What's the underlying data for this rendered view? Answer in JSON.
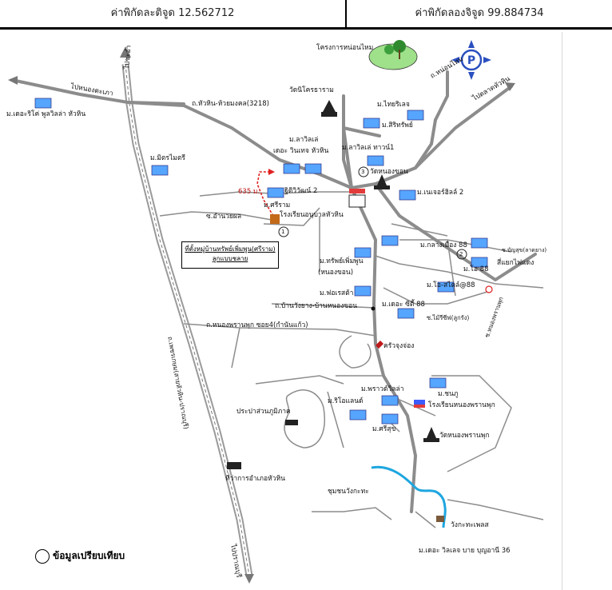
{
  "header": {
    "latitude": "ค่าพิกัดละติจูด 12.562712",
    "longitude": "ค่าพิกัดลองจิจูด 99.884734"
  },
  "map": {
    "labels": {
      "to_pranburi_north": "ไปชะอำ",
      "to_nong_ta_kao": "ไปหนองตะเภา",
      "the_rich_pool_villa": "ม.เดอะริโค่ พูลวิลล่า หัวหิน",
      "new_project": "โครงการหน่อนไหม",
      "wat_nilkara": "วัดนิโครธาราม",
      "road_huahin_huaymongkol": "ถ.หัวหิน-ห้วยมงคล(3218)",
      "road_non_mai": "ถ.หน่อนไหม",
      "to_talat_huahin": "ไปตลาดหัวหิน",
      "thai_village": "ม.ไทยริเลจ",
      "sirisap": "ม.สิริทรัพย์",
      "mitr_maitri": "ม.มิตรไมตรี",
      "laurel_the_winter": "ม.ลาวิลเล่",
      "the_winter_huahin": "เดอะ วินเทจ หัวหิน",
      "laurel_town": "ม.ลาวิลเล่ ทาวน์1",
      "wat_nong_kon": "วัดหนองขอน",
      "the_nature_hill": "ม.เนเจอร์ฮิลล์ 2",
      "distance": "635 ม.",
      "rithiwat": "ฐิติวิวัฒน์ 2",
      "srirum": "ม.ศรีราม",
      "anubarn_school": "โรงเรียนอนุบาลหัวหิน",
      "soi_amnuay": "ซ.อำนวยผล",
      "callout_line1": "ที่ตั้งหมู่บ้านทรัพย์เพิ่มพูน(ศรีราม)",
      "callout_line2": "ลูกแบบชลาย",
      "klang_muang": "ม.กลางเมือง 88",
      "soi_bansuk": "ซ.บัญสุข(ลาดยาง)",
      "mo_so": "ม.โอ 88",
      "traffic_light": "สี่แยกไฟแดง",
      "sapsermpoon": "ม.ทรัพย์เพิ่มพูน",
      "nong_kon": "(หนองขอน)",
      "mo_style": "ม.โอ-สไตล์@88",
      "fore_delight": "ม.ฟอเรสต้า",
      "road_nong_khon_pranburi": "ถ.บ้านวังยาง-บ้านหนองขอน",
      "the_city": "ม.เดอะ ซิตี้ 88",
      "soi_mai_ruea": "ซ.ไม้รีซีฟ(ลูกรัง)",
      "soi_nong_pran": "ซ.หนองพรานพุก",
      "soi_nong_pran_right": "ถ.หนองพรานพุก ซอย4(กำนันแก้ว)",
      "kruacheng": "ครัวจุงจ่อง",
      "mountain": "ม.พราวด์วิลล่า",
      "chanpu": "ม.ชนภู",
      "rio_land": "ม.ริโอแลนด์",
      "pracha_school": "โรงเรียนหนองพรานพุก",
      "water_supply": "ประปาส่วนภูมิภาค",
      "srisook": "ม.ศรีสุข",
      "wat_nong_pran": "วัดหนองพรานพุก",
      "district_office": "ที่ว่าการอำเภอหัวหิน",
      "highway": "ถ.เพชรเกษม(สายหัวหิน-ปราณบุรี)",
      "to_pranburi": "ไปปราณบุรี",
      "community": "ชุมชนวังกะทะ",
      "wangkatha": "วังกะทะเพลส",
      "the_village": "ม.เดอะ วิลเลจ บาย บุญอานี 36"
    },
    "markers": [
      "1",
      "2",
      "3"
    ]
  },
  "legend": {
    "text": "ข้อมูลเปรียบเทียบ"
  },
  "colors": {
    "road": "#8c8c8c",
    "water": "#1ea6e0",
    "route": "#e02020",
    "compass": "#2a4fbf"
  }
}
